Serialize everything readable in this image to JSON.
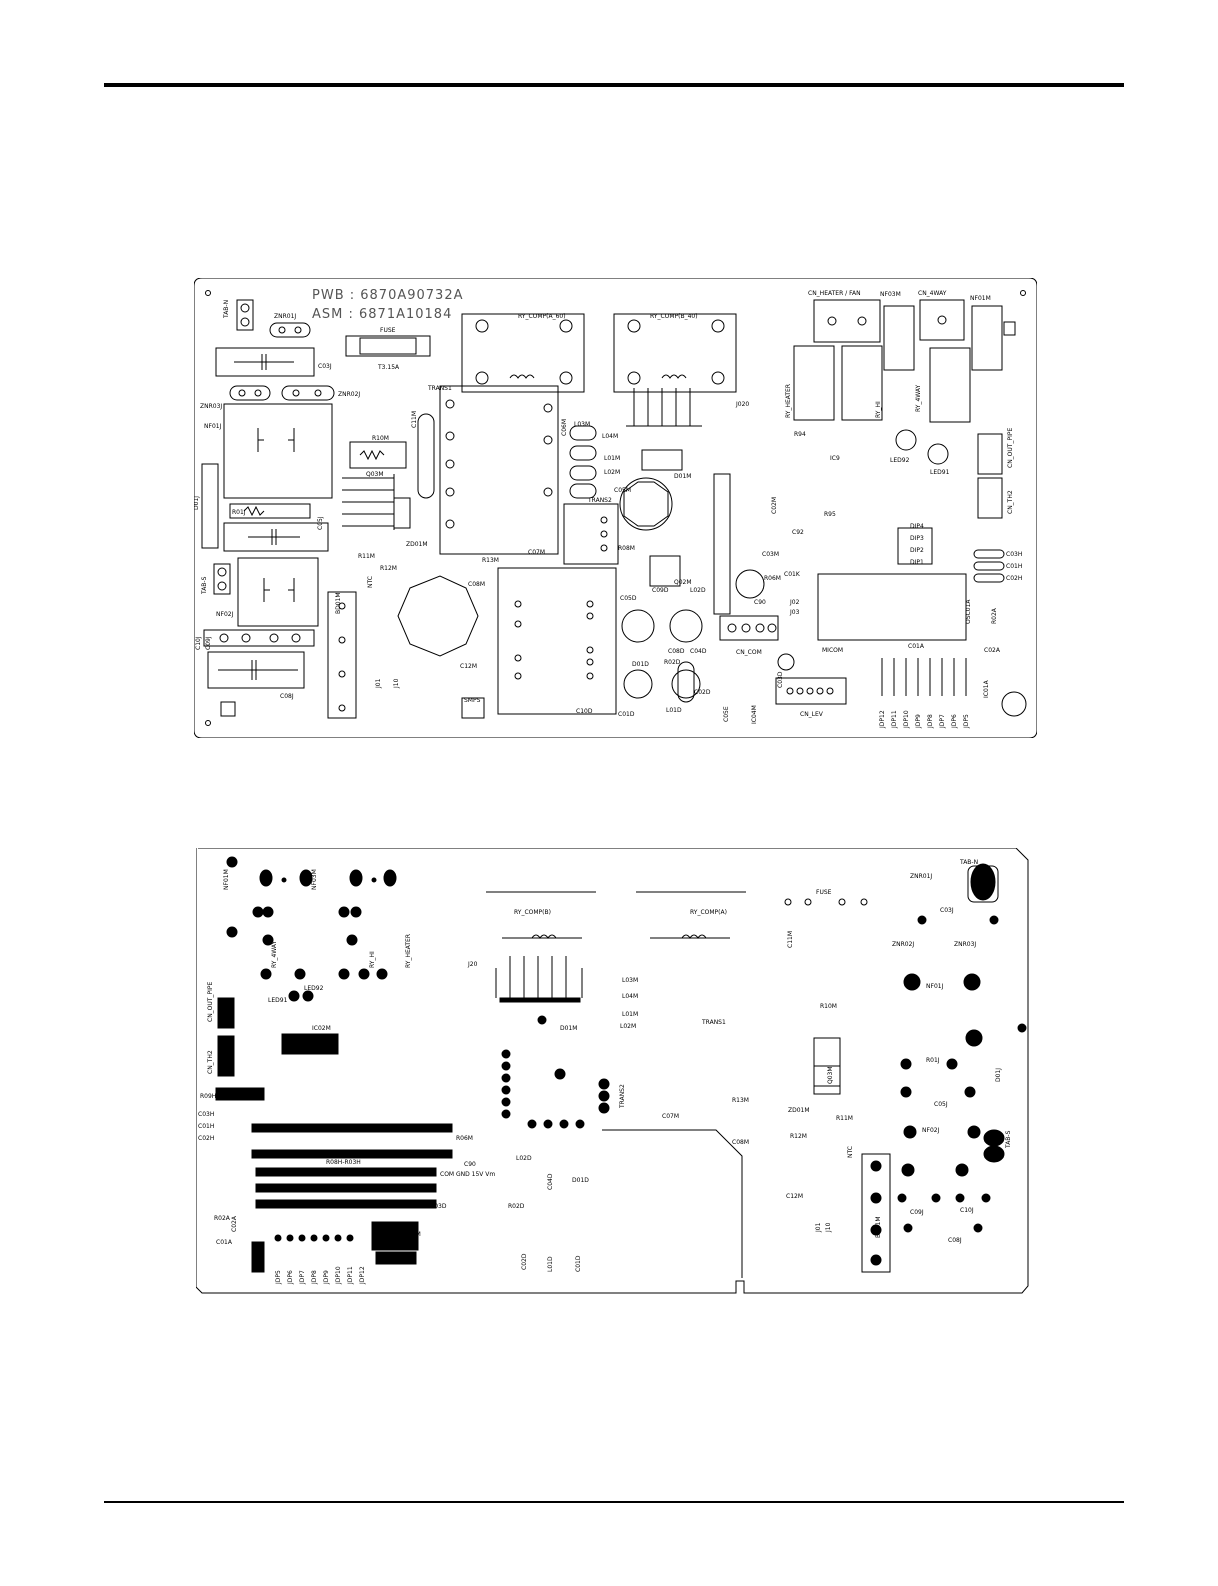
{
  "top_board": {
    "pwb_label": "PWB : 6870A90732A",
    "asm_label": "ASM : 6871A10184",
    "labels": [
      {
        "id": "tab-n",
        "text": "TAB-N"
      },
      {
        "id": "znr01j",
        "text": "ZNR01J"
      },
      {
        "id": "fuse",
        "text": "FUSE"
      },
      {
        "id": "fuse-rating",
        "text": "T3.15A"
      },
      {
        "id": "c03j",
        "text": "C03J"
      },
      {
        "id": "znr02j",
        "text": "ZNR02J"
      },
      {
        "id": "znr03j",
        "text": "ZNR03J"
      },
      {
        "id": "trans1",
        "text": "TRANS1"
      },
      {
        "id": "nf01j",
        "text": "NF01J"
      },
      {
        "id": "r10m",
        "text": "R10M"
      },
      {
        "id": "c11m",
        "text": "C11M"
      },
      {
        "id": "q03m",
        "text": "Q03M"
      },
      {
        "id": "r01j",
        "text": "R01J"
      },
      {
        "id": "c05j",
        "text": "C05J"
      },
      {
        "id": "d01j",
        "text": "D01J"
      },
      {
        "id": "zd01m",
        "text": "ZD01M"
      },
      {
        "id": "r11m",
        "text": "R11M"
      },
      {
        "id": "r12m",
        "text": "R12M"
      },
      {
        "id": "r13m",
        "text": "R13M"
      },
      {
        "id": "c07m",
        "text": "C07M"
      },
      {
        "id": "ntc",
        "text": "NTC"
      },
      {
        "id": "c08m",
        "text": "C08M"
      },
      {
        "id": "tab-s",
        "text": "TAB-S"
      },
      {
        "id": "nf02j",
        "text": "NF02J"
      },
      {
        "id": "bd01m",
        "text": "BD01M"
      },
      {
        "id": "c12m",
        "text": "C12M"
      },
      {
        "id": "c10j",
        "text": "C10J"
      },
      {
        "id": "c09j",
        "text": "C09J"
      },
      {
        "id": "c08j",
        "text": "C08J"
      },
      {
        "id": "j01",
        "text": "J01"
      },
      {
        "id": "j10",
        "text": "J10"
      },
      {
        "id": "smps",
        "text": "SMPS"
      },
      {
        "id": "c10d",
        "text": "C10D"
      },
      {
        "id": "ry-comp-a60",
        "text": "RY_COMP(A_60)"
      },
      {
        "id": "ry-comp-b40",
        "text": "RY_COMP(B_40)"
      },
      {
        "id": "l03m",
        "text": "L03M"
      },
      {
        "id": "l04m",
        "text": "L04M"
      },
      {
        "id": "l01m",
        "text": "L01M"
      },
      {
        "id": "l02m",
        "text": "L02M"
      },
      {
        "id": "c06m",
        "text": "C06M"
      },
      {
        "id": "trans2",
        "text": "TRANS2"
      },
      {
        "id": "d01m",
        "text": "D01M"
      },
      {
        "id": "c05m",
        "text": "C05M"
      },
      {
        "id": "j020",
        "text": "J020"
      },
      {
        "id": "r08m",
        "text": "R08M"
      },
      {
        "id": "c09d",
        "text": "C09D"
      },
      {
        "id": "q02m",
        "text": "Q02M"
      },
      {
        "id": "l02d",
        "text": "L02D"
      },
      {
        "id": "c05d",
        "text": "C05D"
      },
      {
        "id": "c08d",
        "text": "C08D"
      },
      {
        "id": "c04d",
        "text": "C04D"
      },
      {
        "id": "d01d",
        "text": "D01D"
      },
      {
        "id": "r02d",
        "text": "R02D"
      },
      {
        "id": "c01d",
        "text": "C01D"
      },
      {
        "id": "l01d",
        "text": "L01D"
      },
      {
        "id": "c02d",
        "text": "C02D"
      },
      {
        "id": "cn-heater-fan",
        "text": "CN_HEATER / FAN"
      },
      {
        "id": "nf03m",
        "text": "NF03M"
      },
      {
        "id": "cn-4way",
        "text": "CN_4WAY"
      },
      {
        "id": "nf01m",
        "text": "NF01M"
      },
      {
        "id": "ry-heater",
        "text": "RY_HEATER"
      },
      {
        "id": "ry-hi",
        "text": "RY_HI"
      },
      {
        "id": "ry-4way",
        "text": "RY_4WAY"
      },
      {
        "id": "r94",
        "text": "R94"
      },
      {
        "id": "led92",
        "text": "LED92"
      },
      {
        "id": "led91",
        "text": "LED91"
      },
      {
        "id": "ic9",
        "text": "IC9"
      },
      {
        "id": "r95",
        "text": "R95"
      },
      {
        "id": "c92",
        "text": "C92"
      },
      {
        "id": "cn-out-pipe",
        "text": "CN_OUT_PIPE"
      },
      {
        "id": "cn-th2",
        "text": "CN_TH2"
      },
      {
        "id": "dip4",
        "text": "DIP4"
      },
      {
        "id": "dip3",
        "text": "DIP3"
      },
      {
        "id": "dip2",
        "text": "DIP2"
      },
      {
        "id": "dip1",
        "text": "DIP1"
      },
      {
        "id": "c03h",
        "text": "C03H"
      },
      {
        "id": "c01h",
        "text": "C01H"
      },
      {
        "id": "c02h",
        "text": "C02H"
      },
      {
        "id": "c03m",
        "text": "C03M"
      },
      {
        "id": "r06m",
        "text": "R06M"
      },
      {
        "id": "c01k",
        "text": "C01K"
      },
      {
        "id": "c90",
        "text": "C90"
      },
      {
        "id": "j02",
        "text": "J02"
      },
      {
        "id": "j03",
        "text": "J03"
      },
      {
        "id": "cn-com",
        "text": "CN_COM"
      },
      {
        "id": "micom",
        "text": "MICOM"
      },
      {
        "id": "c01a",
        "text": "C01A"
      },
      {
        "id": "c02a",
        "text": "C02A"
      },
      {
        "id": "osc01a",
        "text": "OSC01A"
      },
      {
        "id": "r02a",
        "text": "R02A"
      },
      {
        "id": "ic01a",
        "text": "IC01A"
      },
      {
        "id": "cn-lev",
        "text": "CN_LEV"
      },
      {
        "id": "c05e",
        "text": "C05E"
      },
      {
        "id": "ic04m",
        "text": "IC04M"
      },
      {
        "id": "c02m",
        "text": "C02M"
      },
      {
        "id": "c03d",
        "text": "C03D"
      }
    ],
    "jumpers": [
      "JDP12",
      "JDP11",
      "JDP10",
      "JDP9",
      "JDP8",
      "JDP7",
      "JDP6",
      "JDP5"
    ]
  },
  "bottom_board": {
    "labels": [
      {
        "id": "nf03m",
        "text": "NF03M"
      },
      {
        "id": "nf01m",
        "text": "NF01M"
      },
      {
        "id": "ry-4way",
        "text": "RY_4WAY"
      },
      {
        "id": "ry-hi",
        "text": "RY_HI"
      },
      {
        "id": "ry-heater",
        "text": "RY_HEATER"
      },
      {
        "id": "led92",
        "text": "LED92"
      },
      {
        "id": "led91",
        "text": "LED91"
      },
      {
        "id": "cn-out-pipe",
        "text": "CN_OUT_PIPE"
      },
      {
        "id": "cn-th2",
        "text": "CN_TH2"
      },
      {
        "id": "ic02m",
        "text": "IC02M"
      },
      {
        "id": "c03h",
        "text": "C03H"
      },
      {
        "id": "c01h",
        "text": "C01H"
      },
      {
        "id": "c02h",
        "text": "C02H"
      },
      {
        "id": "r09h",
        "text": "R09H"
      },
      {
        "id": "r08h-r03h",
        "text": "R08H-R03H"
      },
      {
        "id": "r02a",
        "text": "R02A"
      },
      {
        "id": "c02a",
        "text": "C02A"
      },
      {
        "id": "c01a",
        "text": "C01A"
      },
      {
        "id": "ic01m",
        "text": "IC01M"
      },
      {
        "id": "ry-comp-b",
        "text": "RY_COMP(B)"
      },
      {
        "id": "ry-comp-a",
        "text": "RY_COMP(A)"
      },
      {
        "id": "j20",
        "text": "J20"
      },
      {
        "id": "d01m",
        "text": "D01M"
      },
      {
        "id": "l03m",
        "text": "L03M"
      },
      {
        "id": "l04m",
        "text": "L04M"
      },
      {
        "id": "l01m",
        "text": "L01M"
      },
      {
        "id": "l02m",
        "text": "L02M"
      },
      {
        "id": "trans1",
        "text": "TRANS1"
      },
      {
        "id": "trans2",
        "text": "TRANS2"
      },
      {
        "id": "c07m",
        "text": "C07M"
      },
      {
        "id": "r13m",
        "text": "R13M"
      },
      {
        "id": "c08m",
        "text": "C08M"
      },
      {
        "id": "r06m",
        "text": "R06M"
      },
      {
        "id": "c90",
        "text": "C90"
      },
      {
        "id": "l02d",
        "text": "L02D"
      },
      {
        "id": "r02d",
        "text": "R02D"
      },
      {
        "id": "c03d",
        "text": "C03D"
      },
      {
        "id": "c04d",
        "text": "C04D"
      },
      {
        "id": "d01d",
        "text": "D01D"
      },
      {
        "id": "l01d",
        "text": "L01D"
      },
      {
        "id": "c02d",
        "text": "C02D"
      },
      {
        "id": "c01d",
        "text": "C01D"
      },
      {
        "id": "com-gnd-15v-vm",
        "text": "COM GND 15V Vm"
      },
      {
        "id": "fuse",
        "text": "FUSE"
      },
      {
        "id": "r10m",
        "text": "R10M"
      },
      {
        "id": "c11m",
        "text": "C11M"
      },
      {
        "id": "q03m",
        "text": "Q03M"
      },
      {
        "id": "zd01m",
        "text": "ZD01M"
      },
      {
        "id": "r11m",
        "text": "R11M"
      },
      {
        "id": "r12m",
        "text": "R12M"
      },
      {
        "id": "ntc",
        "text": "NTC"
      },
      {
        "id": "c12m",
        "text": "C12M"
      },
      {
        "id": "bd01m",
        "text": "BD01M"
      },
      {
        "id": "j10",
        "text": "J10"
      },
      {
        "id": "j01",
        "text": "J01"
      },
      {
        "id": "znr01j",
        "text": "ZNR01J"
      },
      {
        "id": "tab-n",
        "text": "TAB-N"
      },
      {
        "id": "c03j",
        "text": "C03J"
      },
      {
        "id": "znr02j",
        "text": "ZNR02J"
      },
      {
        "id": "znr03j",
        "text": "ZNR03J"
      },
      {
        "id": "nf01j",
        "text": "NF01J"
      },
      {
        "id": "r01j",
        "text": "R01J"
      },
      {
        "id": "c05j",
        "text": "C05J"
      },
      {
        "id": "d01j",
        "text": "D01J"
      },
      {
        "id": "nf02j",
        "text": "NF02J"
      },
      {
        "id": "tab-s",
        "text": "TAB-S"
      },
      {
        "id": "c09j",
        "text": "C09J"
      },
      {
        "id": "c10j",
        "text": "C10J"
      },
      {
        "id": "c08j",
        "text": "C08J"
      }
    ],
    "jumpers": [
      "JDP5",
      "JDP6",
      "JDP7",
      "JDP8",
      "JDP9",
      "JDP10",
      "JDP11",
      "JDP12"
    ]
  }
}
